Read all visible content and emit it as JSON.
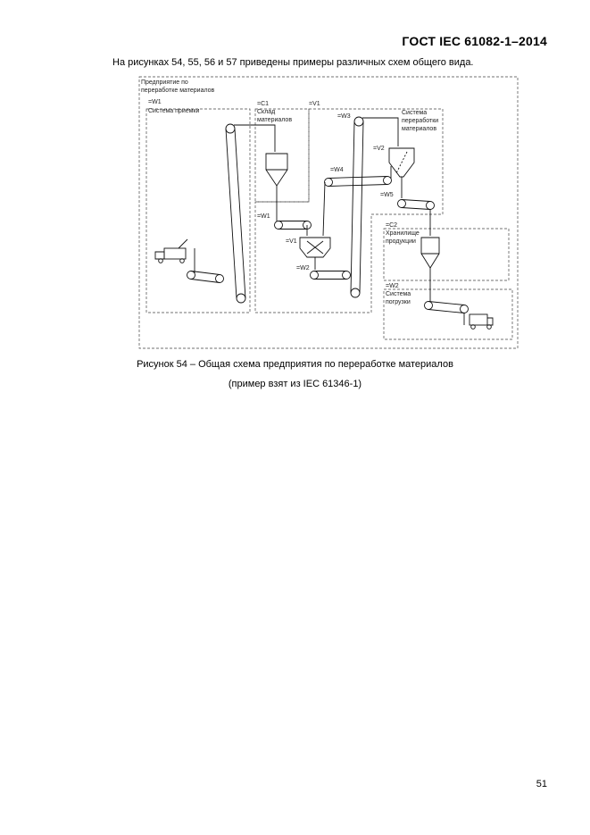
{
  "header": {
    "standard": "ГОСТ IEC 61082-1–2014"
  },
  "intro_text": "На рисунках 54, 55, 56 и 57 приведены примеры различных схем общего вида.",
  "figure": {
    "labels": {
      "enterprise_l1": "Предприятие по",
      "enterprise_l2": "переработке материалов",
      "w1_zone": "=W1",
      "receiving": "Система приемки",
      "c1_zone": "=C1",
      "warehouse_l1": "Склад",
      "warehouse_l2": "материалов",
      "v1_zone": "=V1",
      "w3": "=W3",
      "processing_l1": "Система",
      "processing_l2": "переработки",
      "processing_l3": "материалов",
      "v2": "=V2",
      "w4": "=W4",
      "w5": "=W5",
      "w1_conv": "=W1",
      "v1_crusher": "=V1",
      "w2_conv": "=W2",
      "c2_zone": "=C2",
      "storage_l1": "Хранилище",
      "storage_l2": "продукции",
      "w2_zone": "=W2",
      "loading_l1": "Система",
      "loading_l2": "погрузки"
    }
  },
  "caption": {
    "line1": "Рисунок 54 – Общая схема предприятия по переработке материалов",
    "line2": "(пример взят из IEC 61346-1)"
  },
  "page_number": "51"
}
